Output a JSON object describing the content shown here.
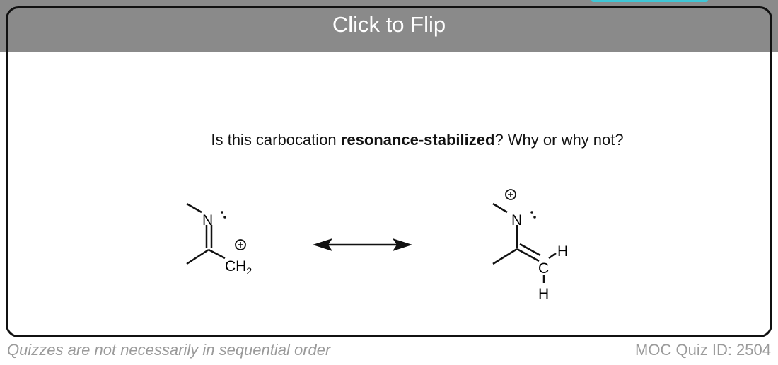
{
  "header": {
    "flip_label": "Click to Flip"
  },
  "question": {
    "prefix": "Is this carbocation ",
    "bold": "resonance-stabilized",
    "suffix": "? Why or why not?"
  },
  "structures": {
    "left": {
      "n_label": "N",
      "ch2_label": "CH",
      "subscript": "2",
      "charge": "+"
    },
    "right": {
      "n_label": "N",
      "c_label": "C",
      "h1_label": "H",
      "h2_label": "H",
      "charge": "+"
    }
  },
  "footer": {
    "note": "Quizzes are not necessarily in sequential order",
    "quiz_id": "MOC Quiz ID: 2504"
  }
}
